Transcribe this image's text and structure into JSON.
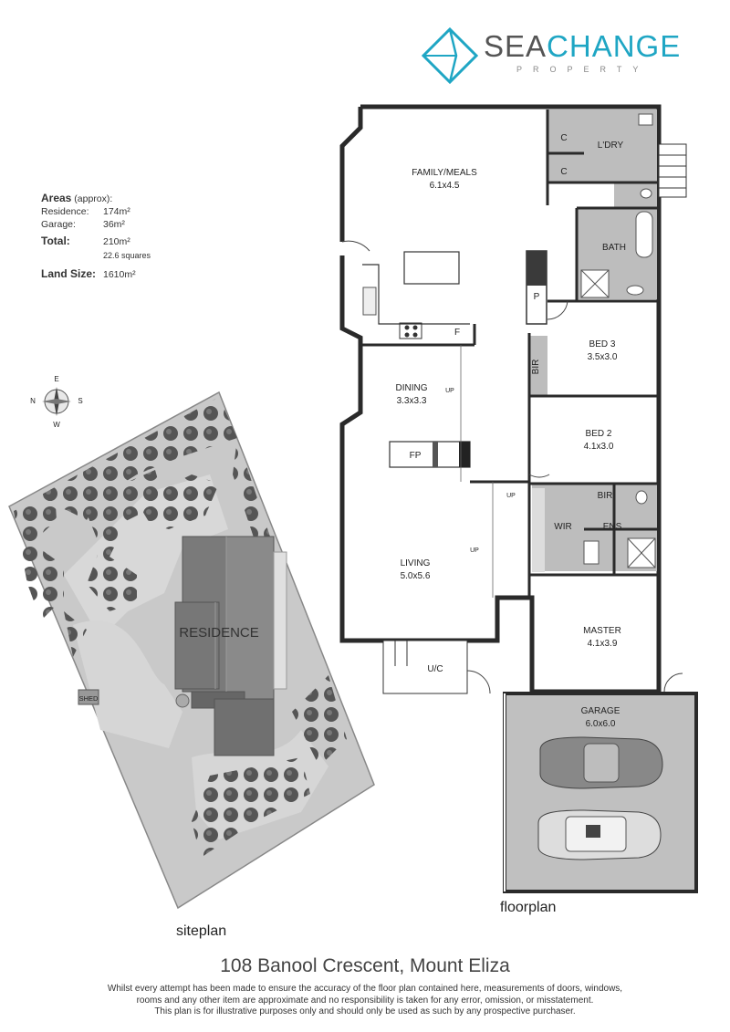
{
  "logo": {
    "word_a": "SEA",
    "word_b": "CHANGE",
    "sub": "PROPERTY",
    "accent": "#1fa6c4"
  },
  "areas": {
    "heading": "Areas",
    "heading_note": "(approx):",
    "residence_label": "Residence:",
    "residence_value": "174m²",
    "garage_label": "Garage:",
    "garage_value": "36m²",
    "total_label": "Total:",
    "total_value": "210m²",
    "total_squares": "22.6 squares",
    "land_label": "Land Size:",
    "land_value": "1610m²"
  },
  "compass": {
    "n": "N",
    "s": "S",
    "e": "E",
    "w": "W"
  },
  "siteplan": {
    "residence": "RESIDENCE",
    "shed": "SHED",
    "caption": "siteplan"
  },
  "rooms": {
    "family": {
      "name": "FAMILY/MEALS",
      "size": "6.1x4.5"
    },
    "ldry": "L'DRY",
    "c1": "C",
    "c2": "C",
    "bath": "BATH",
    "p": "P",
    "f": "F",
    "bir_bed3": "BIR",
    "bed3": {
      "name": "BED 3",
      "size": "3.5x3.0"
    },
    "dining": {
      "name": "DINING",
      "size": "3.3x3.3"
    },
    "fp": "FP",
    "bed2": {
      "name": "BED 2",
      "size": "4.1x3.0"
    },
    "bir_master": "BIR",
    "wir": "WIR",
    "ens": "ENS",
    "living": {
      "name": "LIVING",
      "size": "5.0x5.6"
    },
    "master": {
      "name": "MASTER",
      "size": "4.1x3.9"
    },
    "uc": "U/C",
    "garage": {
      "name": "GARAGE",
      "size": "6.0x6.0"
    },
    "up1": "UP",
    "up2": "UP",
    "up3": "UP"
  },
  "floorplan_caption": "floorplan",
  "address": "108 Banool Crescent, Mount Eliza",
  "disclaimer": [
    "Whilst every attempt has been made to ensure the accuracy of the floor plan contained here, measurements of doors, windows,",
    "rooms and any other item are approximate and no responsibility is taken for any error, omission, or misstatement.",
    "This plan is for illustrative purposes only and should only be used as such by any prospective purchaser."
  ]
}
